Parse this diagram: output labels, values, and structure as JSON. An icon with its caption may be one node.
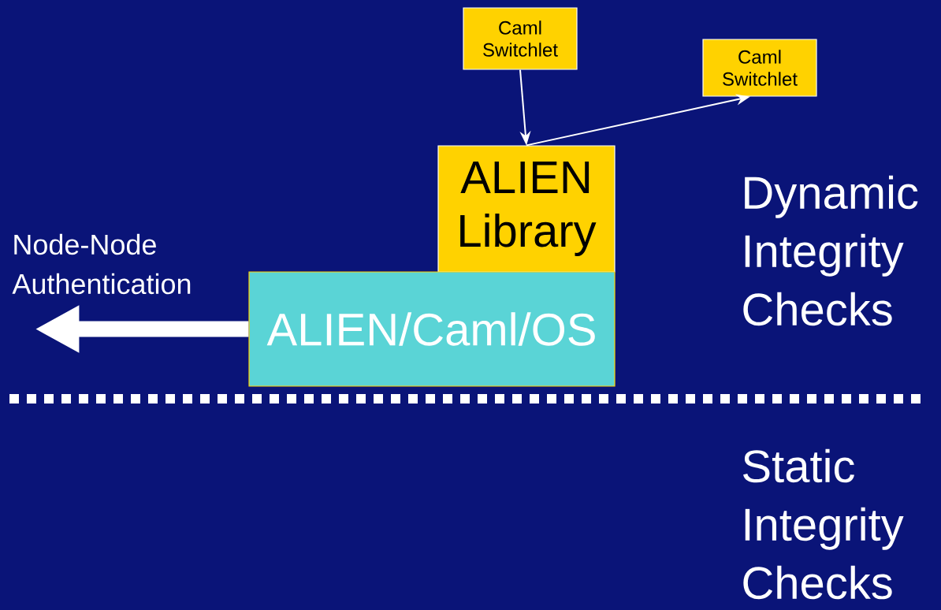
{
  "diagram": {
    "nodes": [
      {
        "text": [
          "Caml Switchlet"
        ]
      },
      {
        "text": [
          "Caml Switchlet"
        ]
      },
      {
        "text": [
          "ALIEN Library"
        ]
      },
      {
        "text": [
          "ALIEN/Caml/OS"
        ]
      }
    ],
    "edges": [
      {
        "from": 0,
        "to": 2,
        "arrow": "to"
      },
      {
        "from": 2,
        "to": 1,
        "arrow": "to"
      },
      {
        "from": 3,
        "to": null,
        "arrow": "to",
        "label": "Node-Node Authentication",
        "style": "thick"
      }
    ],
    "labels": [
      "Dynamic Integrity Checks",
      "Static Integrity Checks"
    ]
  }
}
